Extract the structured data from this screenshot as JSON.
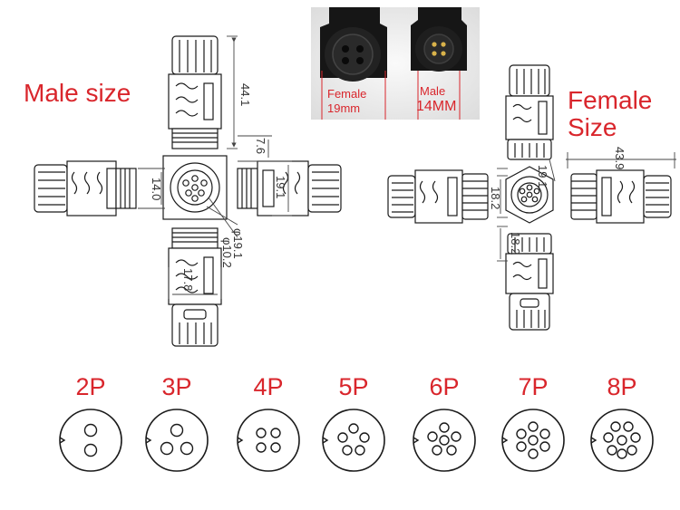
{
  "headings": {
    "male_size": "Male size",
    "female_size_line1": "Female",
    "female_size_line2": "Size"
  },
  "photo": {
    "female_type": "Female",
    "female_diameter": "19mm",
    "male_type": "Male",
    "male_diameter": "14MM"
  },
  "male_dimensions": {
    "length": "44.1",
    "offset": "7.6",
    "outer_diameter": "19.1",
    "thread": "14.0",
    "face_outer": "φ19.1",
    "face_inner": "φ10.2",
    "bottom_width": "17.8"
  },
  "female_dimensions": {
    "length": "43.9",
    "outer_diameter": "19.1",
    "side_width": "18.2",
    "bottom_width": "18.2"
  },
  "pin_layouts": [
    {
      "label": "2P",
      "pins": 2
    },
    {
      "label": "3P",
      "pins": 3
    },
    {
      "label": "4P",
      "pins": 4
    },
    {
      "label": "5P",
      "pins": 5
    },
    {
      "label": "6P",
      "pins": 6
    },
    {
      "label": "7P",
      "pins": 7
    },
    {
      "label": "8P",
      "pins": 8
    }
  ],
  "colors": {
    "accent": "#d9262c",
    "line": "#1a1a1a",
    "dimension": "#444444"
  }
}
